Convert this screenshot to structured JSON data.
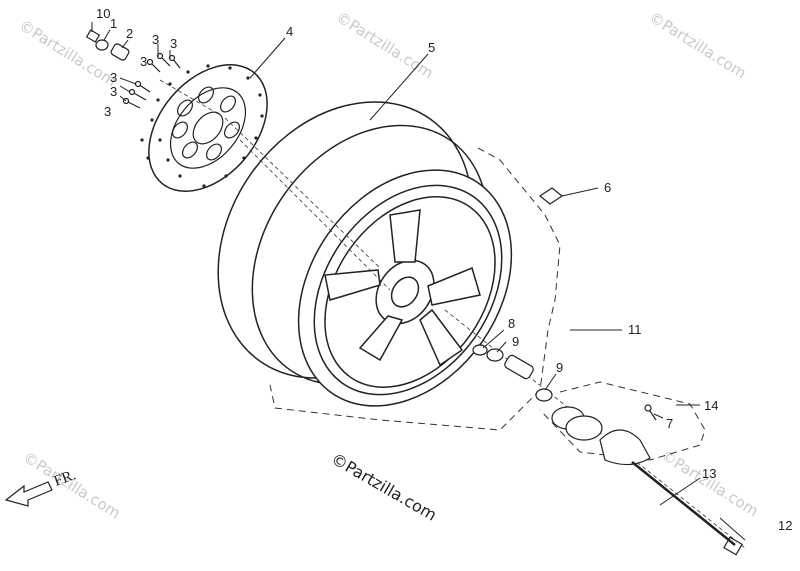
{
  "watermark": {
    "main": "©Partzilla.com",
    "faint": "©Partzilla.com"
  },
  "direction": {
    "label": "FR."
  },
  "callouts": [
    {
      "id": "c10",
      "text": "10"
    },
    {
      "id": "c1",
      "text": "1"
    },
    {
      "id": "c2",
      "text": "2"
    },
    {
      "id": "c3a",
      "text": "3"
    },
    {
      "id": "c3b",
      "text": "3"
    },
    {
      "id": "c3c",
      "text": "3"
    },
    {
      "id": "c3d",
      "text": "3"
    },
    {
      "id": "c3e",
      "text": "3"
    },
    {
      "id": "c3f",
      "text": "3"
    },
    {
      "id": "c4",
      "text": "4"
    },
    {
      "id": "c5",
      "text": "5"
    },
    {
      "id": "c6",
      "text": "6"
    },
    {
      "id": "c7",
      "text": "7"
    },
    {
      "id": "c8",
      "text": "8"
    },
    {
      "id": "c9a",
      "text": "9"
    },
    {
      "id": "c9b",
      "text": "9"
    },
    {
      "id": "c11",
      "text": "11"
    },
    {
      "id": "c12",
      "text": "12"
    },
    {
      "id": "c13",
      "text": "13"
    },
    {
      "id": "c14",
      "text": "14"
    }
  ]
}
